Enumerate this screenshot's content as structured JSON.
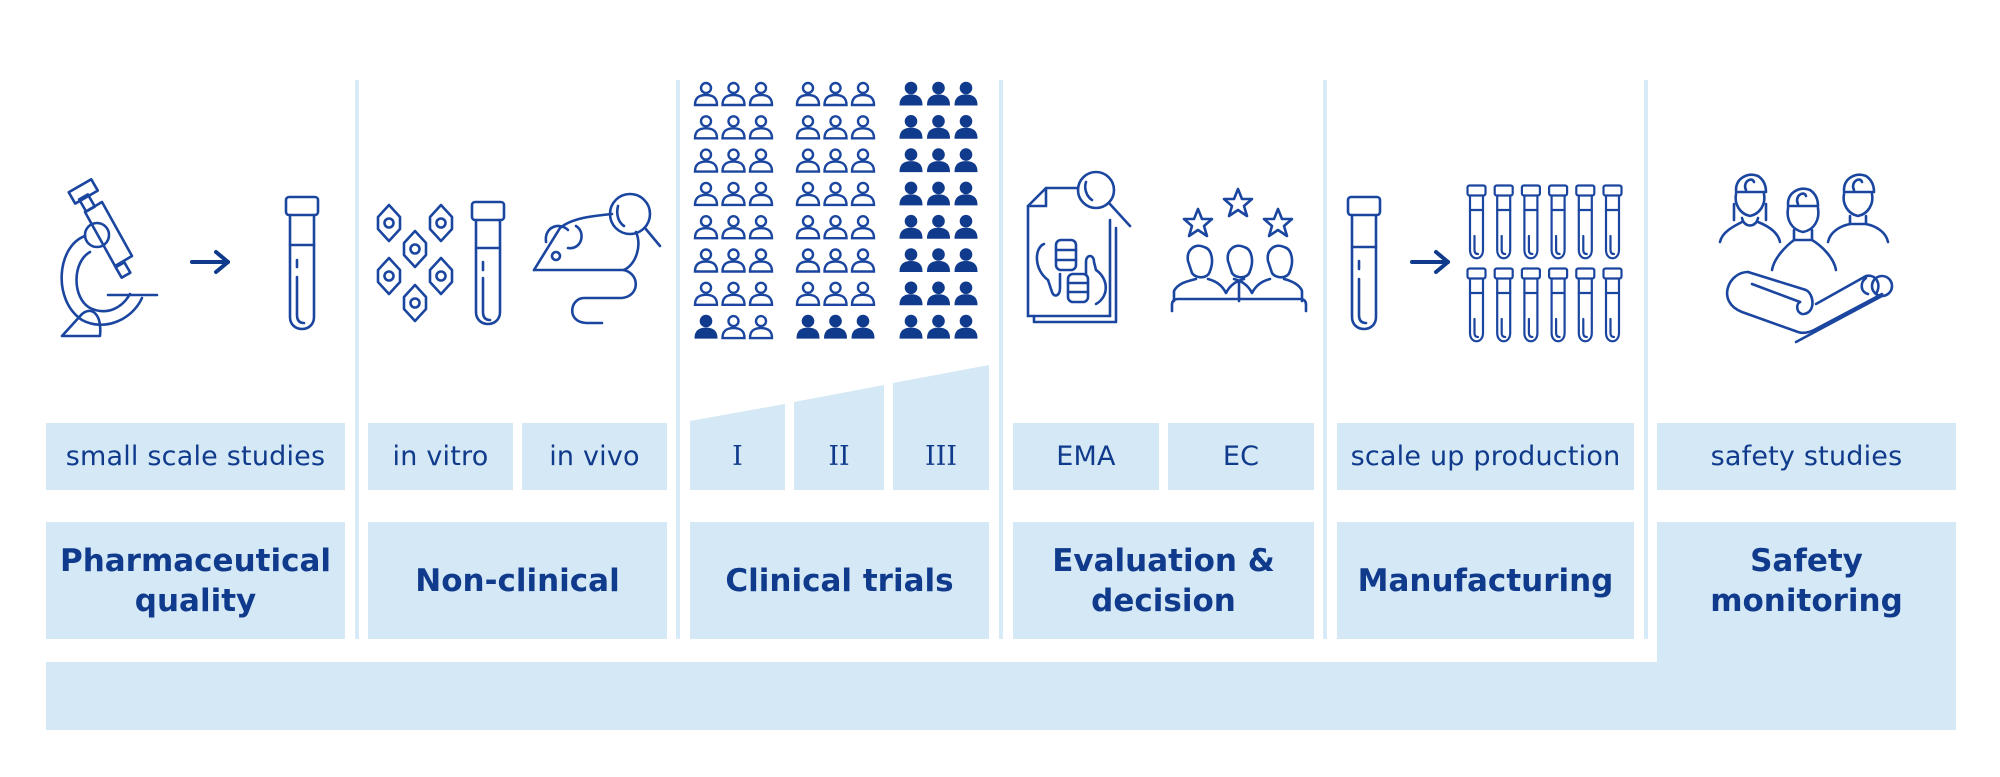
{
  "stages": [
    {
      "id": "pharmaceutical-quality",
      "title": "Pharmaceutical quality",
      "sublabels": [
        "small scale studies"
      ],
      "icons": [
        "microscope-icon",
        "arrow-right-icon",
        "test-tube-icon"
      ]
    },
    {
      "id": "non-clinical",
      "title": "Non-clinical",
      "sublabels": [
        "in vitro",
        "in vivo"
      ],
      "icons": [
        "cells-icon",
        "test-tube-icon",
        "mouse-magnifier-icon"
      ]
    },
    {
      "id": "clinical-trials",
      "title": "Clinical trials",
      "sublabels": [
        "I",
        "II",
        "III"
      ],
      "icons": [
        "people-grid-icon"
      ]
    },
    {
      "id": "evaluation-decision",
      "title": "Evaluation & decision",
      "sublabels": [
        "EMA",
        "EC"
      ],
      "icons": [
        "document-review-icon",
        "expert-panel-icon"
      ]
    },
    {
      "id": "manufacturing",
      "title": "Manufacturing",
      "sublabels": [
        "scale up production"
      ],
      "icons": [
        "test-tube-icon",
        "arrow-right-icon",
        "test-tube-array-icon"
      ]
    },
    {
      "id": "safety-monitoring",
      "title": "Safety monitoring",
      "sublabels": [
        "safety studies"
      ],
      "icons": [
        "patients-care-icon"
      ]
    }
  ],
  "clinical_phases": [
    {
      "label": "I",
      "participants_total": 24,
      "participants_filled": 1
    },
    {
      "label": "II",
      "participants_total": 24,
      "participants_filled": 3
    },
    {
      "label": "III",
      "participants_total": 24,
      "participants_filled": 24
    }
  ],
  "colors": {
    "primary": "#103a8c",
    "icon": "#1b46a0",
    "fill_light": "#d4e8f5",
    "divider": "#d6eaf7"
  }
}
